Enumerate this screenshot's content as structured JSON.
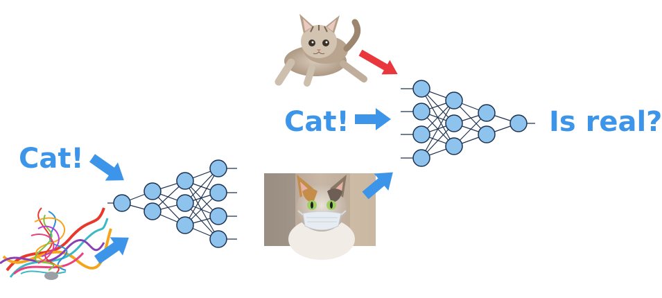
{
  "labels": {
    "generator_condition": "Cat!",
    "discriminator_condition": "Cat!",
    "discriminator_output": "Is real?"
  },
  "images": {
    "noise": "colorful-noise-scribble",
    "real_sample": "kitten-photo",
    "generated_sample": "cat-with-face-mask-photo"
  },
  "colors": {
    "text": "#3d95ea",
    "arrow_blue": "#3d95ea",
    "arrow_red": "#e8383d",
    "node_fill": "#8ec3ee",
    "node_stroke": "#1c3150"
  }
}
